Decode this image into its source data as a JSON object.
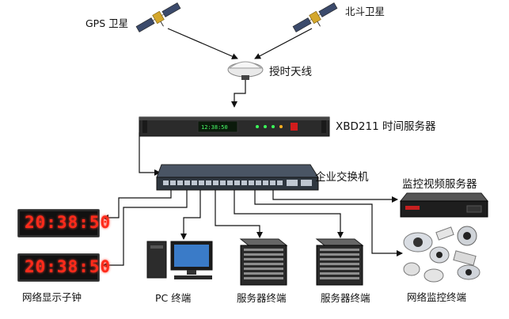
{
  "labels": {
    "gps_satellite": "GPS 卫星",
    "beidou_satellite": "北斗卫星",
    "antenna": "授时天线",
    "time_server": "XBD211 时间服务器",
    "switch": "企业交换机",
    "video_server": "监控视频服务器",
    "clock_label": "网络显示子钟",
    "pc": "PC 终端",
    "server1": "服务器终端",
    "server2": "服务器终端",
    "cameras": "网络监控终端"
  },
  "clocks": {
    "top": "20:38:50",
    "bottom": "20:38:50"
  },
  "colors": {
    "wire": "#111111",
    "clock_digit": "#ff2a1a",
    "device_dark": "#2b2b2b"
  }
}
